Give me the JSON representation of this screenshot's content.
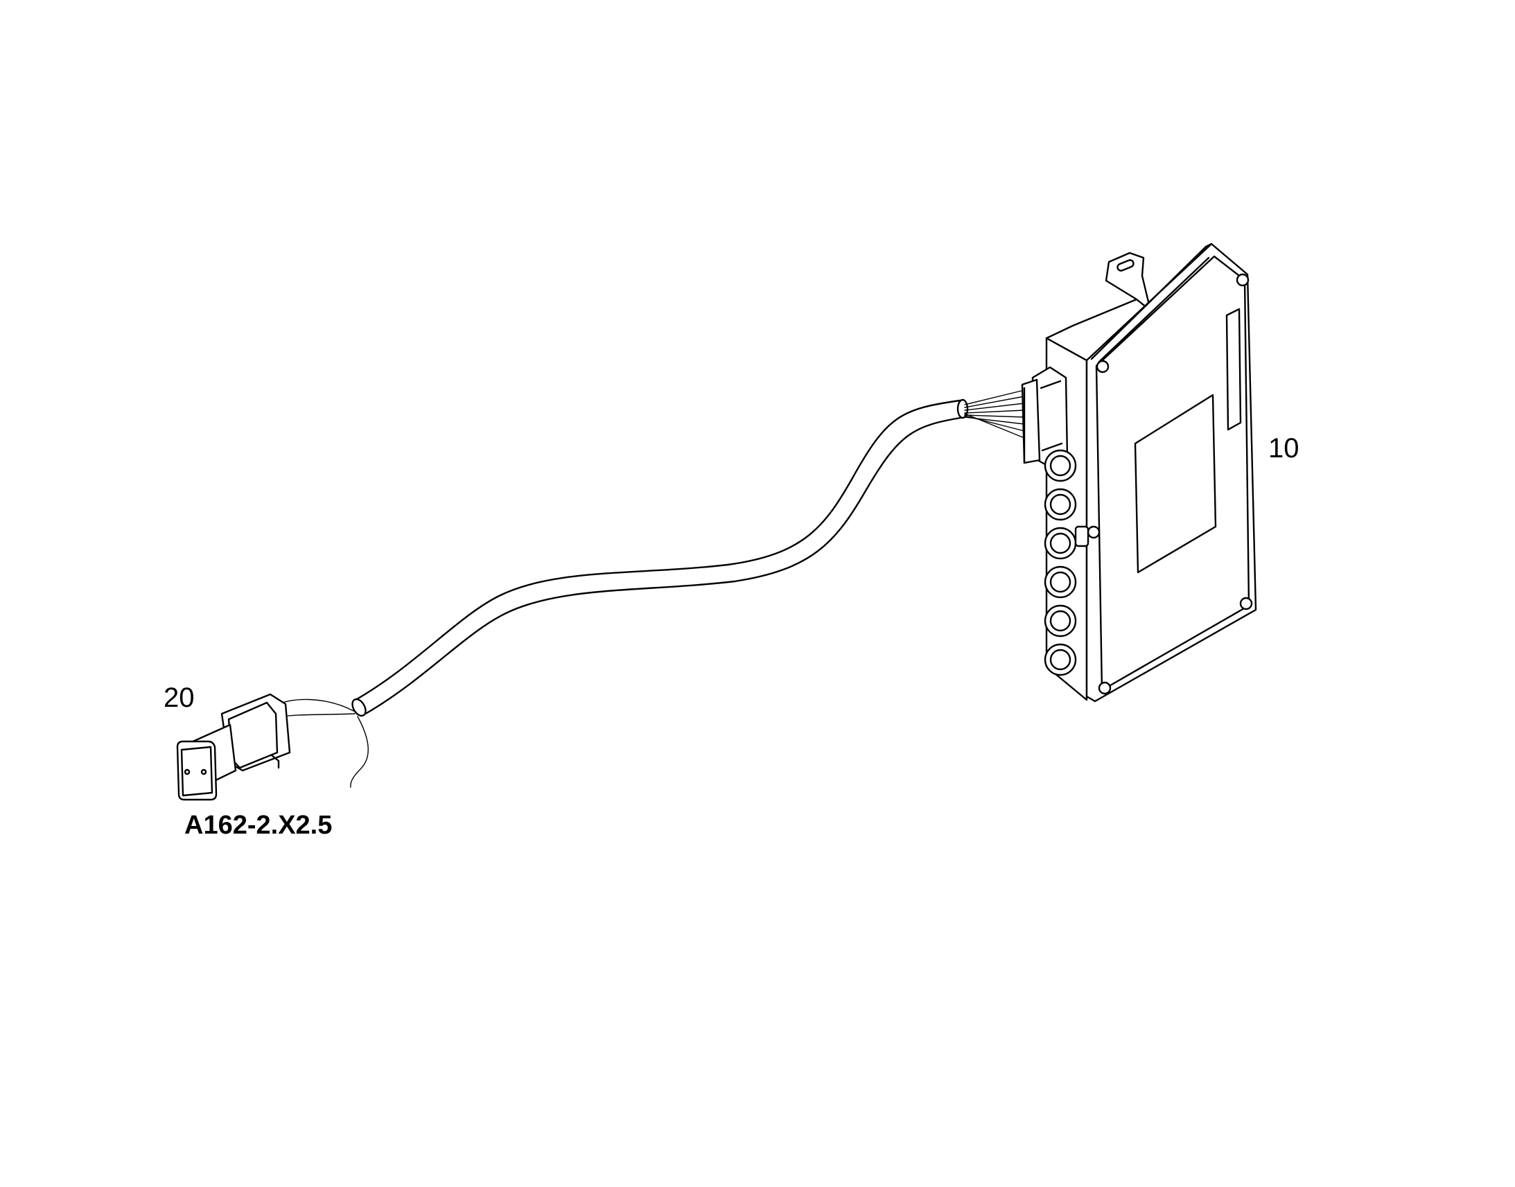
{
  "diagram": {
    "callouts": {
      "control_unit": "10",
      "connector": "20"
    },
    "connector_designation": "A162-2.X2.5",
    "colors": {
      "line": "#000000",
      "background": "#ffffff"
    }
  }
}
